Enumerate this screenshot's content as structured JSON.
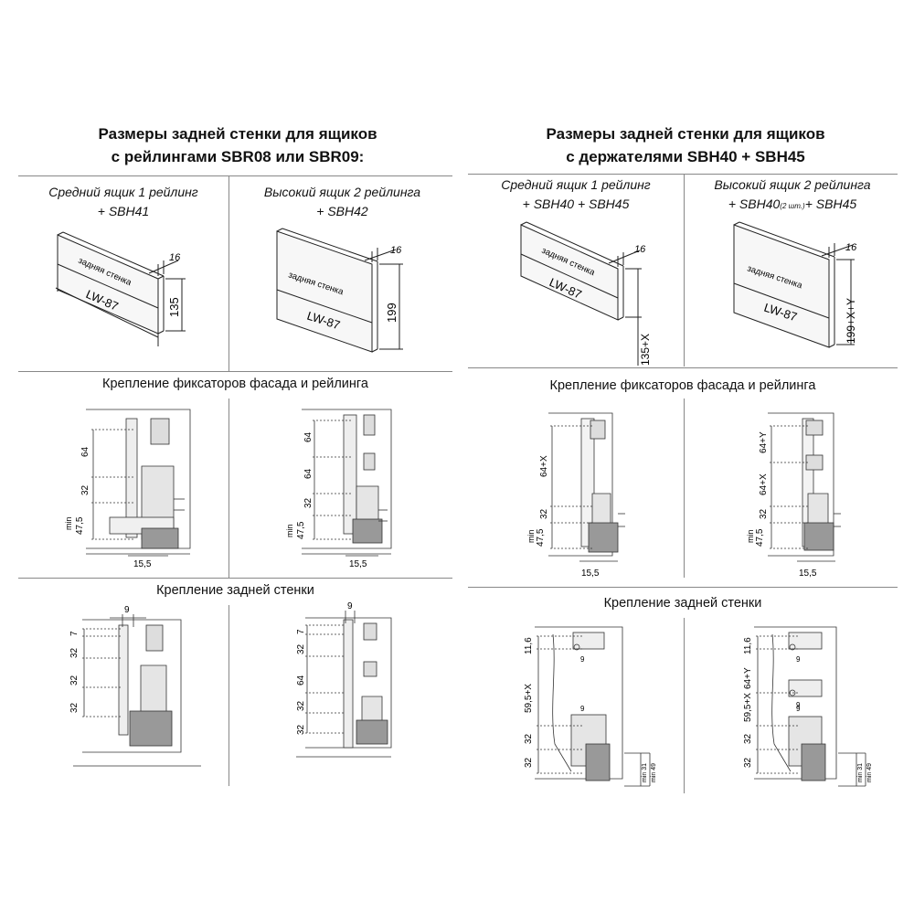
{
  "left": {
    "title_line1": "Размеры задней стенки для ящиков",
    "title_line2": "с рейлингами SBR08 или SBR09:",
    "col1_line1": "Средний ящик 1 рейлинг",
    "col1_line2": "+ SBH41",
    "col2_line1": "Высокий ящик 2 рейлинга",
    "col2_line2": "+ SBH42",
    "panel_label": "задняя стенка",
    "width_label": "LW-87",
    "thickness": "16",
    "height_mid": "135",
    "height_high": "199",
    "section_facade": "Крепление фиксаторов фасада и рейлинга",
    "section_back": "Крепление задней стенки",
    "dims_facade_mid": [
      "64",
      "32",
      "min",
      "47,5",
      "15,5"
    ],
    "dims_facade_high": [
      "64",
      "64",
      "32",
      "min",
      "47,5",
      "15,5"
    ],
    "dims_back_mid": [
      "9",
      "7",
      "32",
      "32",
      "32"
    ],
    "dims_back_high": [
      "9",
      "7",
      "32",
      "64",
      "32",
      "32"
    ]
  },
  "right": {
    "title_line1": "Размеры задней стенки для ящиков",
    "title_line2": "с держателями SBH40 + SBH45",
    "col1_line1": "Средний ящик 1 рейлинг",
    "col1_line2": "+ SBH40 + SBH45",
    "col2_line1": "Высокий ящик 2 рейлинга",
    "col2_line2_a": "+ SBH40",
    "col2_line2_b": "(2 шт.)",
    "col2_line2_c": "+ SBH45",
    "panel_label": "задняя стенка",
    "width_label": "LW-87",
    "thickness": "16",
    "height_mid": "135+X",
    "height_high": "199+X+Y",
    "section_facade": "Крепление фиксаторов фасада и рейлинга",
    "section_back": "Крепление задней стенки",
    "dims_facade_mid": [
      "64+X",
      "32",
      "min",
      "47,5",
      "15,5"
    ],
    "dims_facade_high": [
      "64+Y",
      "64+X",
      "32",
      "min",
      "47,5",
      "15,5"
    ],
    "dims_back_mid": [
      "11,6",
      "59,5+X",
      "32",
      "32",
      "9",
      "9",
      "min 31",
      "min 49"
    ],
    "dims_back_high": [
      "11,6",
      "64+Y",
      "59,5+X",
      "32",
      "32",
      "9",
      "9",
      "9",
      "min 31",
      "min 49"
    ]
  }
}
